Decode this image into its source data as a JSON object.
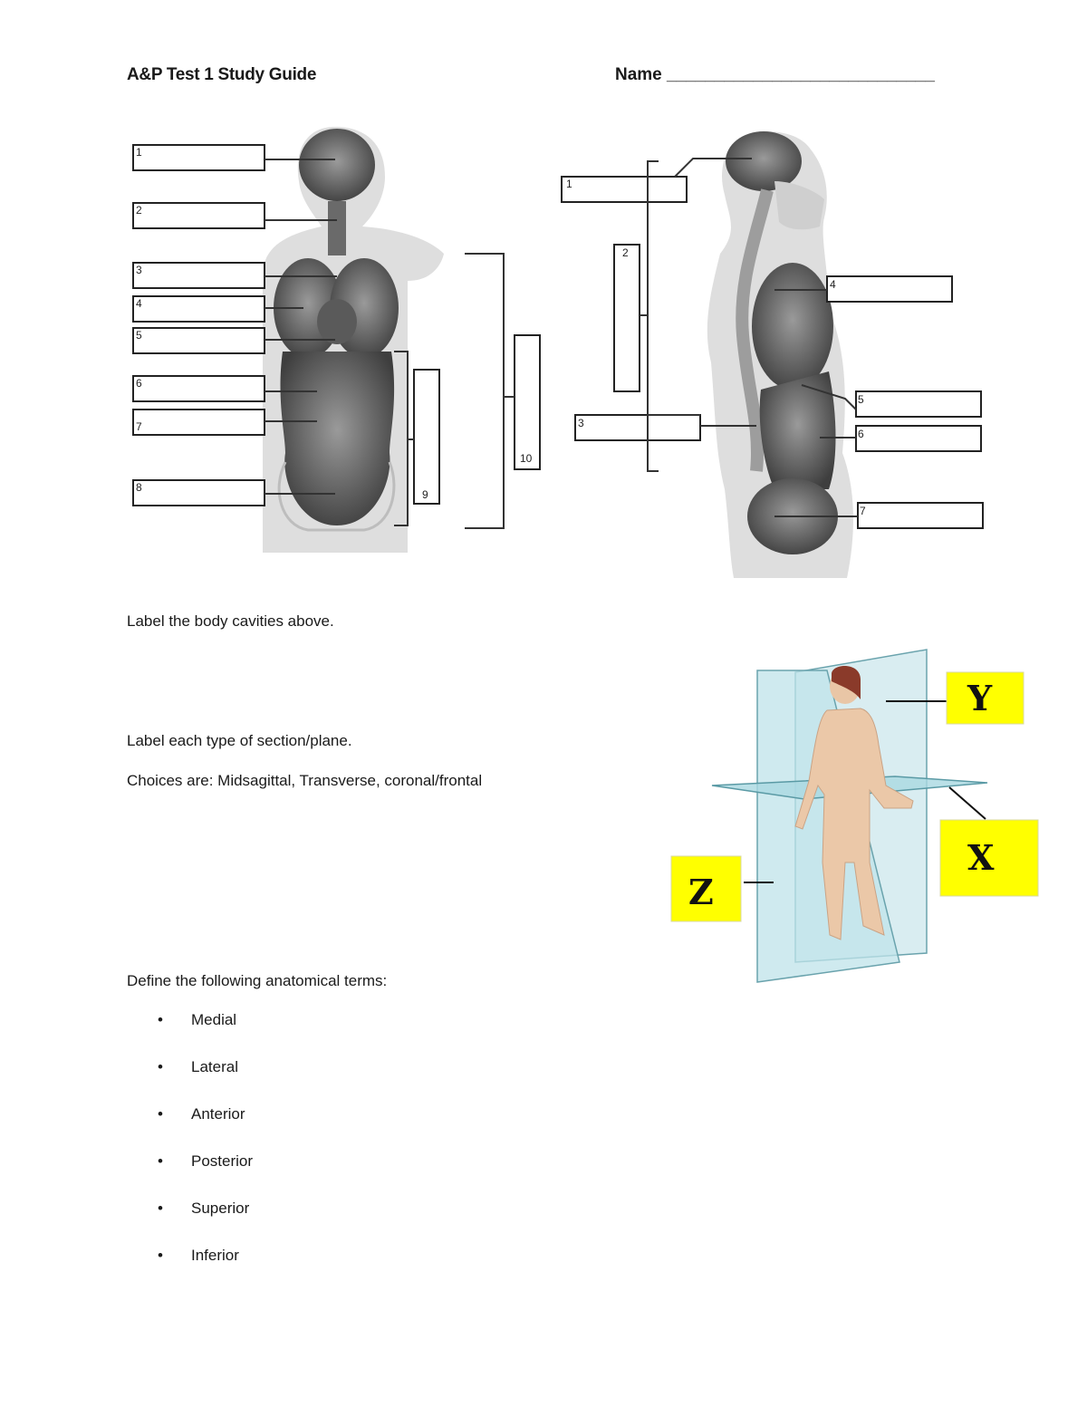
{
  "header": {
    "title": "A&P Test 1 Study Guide",
    "name_label": "Name ____________________________"
  },
  "figure1": {
    "labels": [
      "1",
      "2",
      "3",
      "4",
      "5",
      "6",
      "7",
      "8",
      "9",
      "10"
    ]
  },
  "figure2": {
    "labels": [
      "1",
      "2",
      "3",
      "4",
      "5",
      "6",
      "7"
    ]
  },
  "instructions": {
    "cavities": "Label the body cavities above.",
    "planes": "Label each type of section/plane.",
    "choices": "Choices are:  Midsagittal, Transverse, coronal/frontal",
    "define": "Define the following anatomical terms:"
  },
  "planes_figure": {
    "labels": [
      "Y",
      "X",
      "Z"
    ],
    "label_color": "#ffff00",
    "plane_color": "#bfe3ea"
  },
  "terms": [
    "Medial",
    "Lateral",
    "Anterior",
    "Posterior",
    "Superior",
    "Inferior"
  ]
}
